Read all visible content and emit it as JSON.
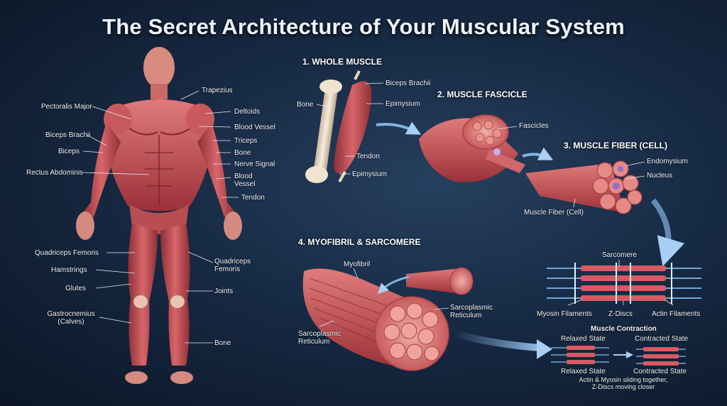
{
  "title": "The Secret Architecture of Your Muscular System",
  "body_labels": {
    "trapezius": "Trapezius",
    "pectoralis": "Pectoralis Major",
    "deltoids": "Deltoids",
    "blood_vessel": "Blood Vessel",
    "biceps_brachii": "Biceps Brachii",
    "triceps": "Triceps",
    "biceps": "Biceps",
    "bone": "Bone",
    "nerve_signal": "Nerve Signal",
    "rectus": "Rectus Abdominis",
    "blood_vessel_2": "Blood\nVessel",
    "tendon": "Tendon",
    "quadriceps_left": "Quadriceps Femoris",
    "quadriceps_right": "Quadriceps\nFemoris",
    "hamstrings": "Hamstrings",
    "glutes": "Glutes",
    "joints": "Joints",
    "gastrocnemius": "Gastrocnemius\n(Calves)",
    "bone_lower": "Bone"
  },
  "step1": {
    "heading": "1. WHOLE MUSCLE",
    "bone": "Bone",
    "biceps_brachii": "Biceps Brachii",
    "epimysium": "Epimysium",
    "tendon": "Tendon",
    "epimysium_2": "Epimysium"
  },
  "step2": {
    "heading": "2. MUSCLE FASCICLE",
    "fascicles": "Fascicles"
  },
  "step3": {
    "heading": "3. MUSCLE FIBER (CELL)",
    "endomysium": "Endomysium",
    "nucleus": "Nucleus",
    "muscle_fiber": "Muscle Fiber (Cell)"
  },
  "step4": {
    "heading": "4. MYOFIBRIL & SARCOMERE",
    "myofibril": "Myofibril",
    "sarcoplasmic_right": "Sarcoplasmic\nReticulum",
    "sarcoplasmic_left": "Sarcoplasmic\nReticulum"
  },
  "sarcomere": {
    "label": "Sarcomere",
    "myosin": "Myosin Filaments",
    "zdiscs": "Z-Discs",
    "actin": "Actin Filaments"
  },
  "contraction": {
    "heading": "Muscle Contraction",
    "relaxed_top": "Relaxed State",
    "contracted_top": "Contracted State",
    "relaxed_bottom": "Relaxed State",
    "contracted_bottom": "Contracted State",
    "caption": "Actin & Myosin sliding together,\nZ-Discs moving closer"
  },
  "colors": {
    "background": "#172a44",
    "muscle": "#c9555a",
    "muscle_dark": "#8e2e36",
    "tendon": "#e8d7c4",
    "arrow": "#7fb3e6"
  }
}
